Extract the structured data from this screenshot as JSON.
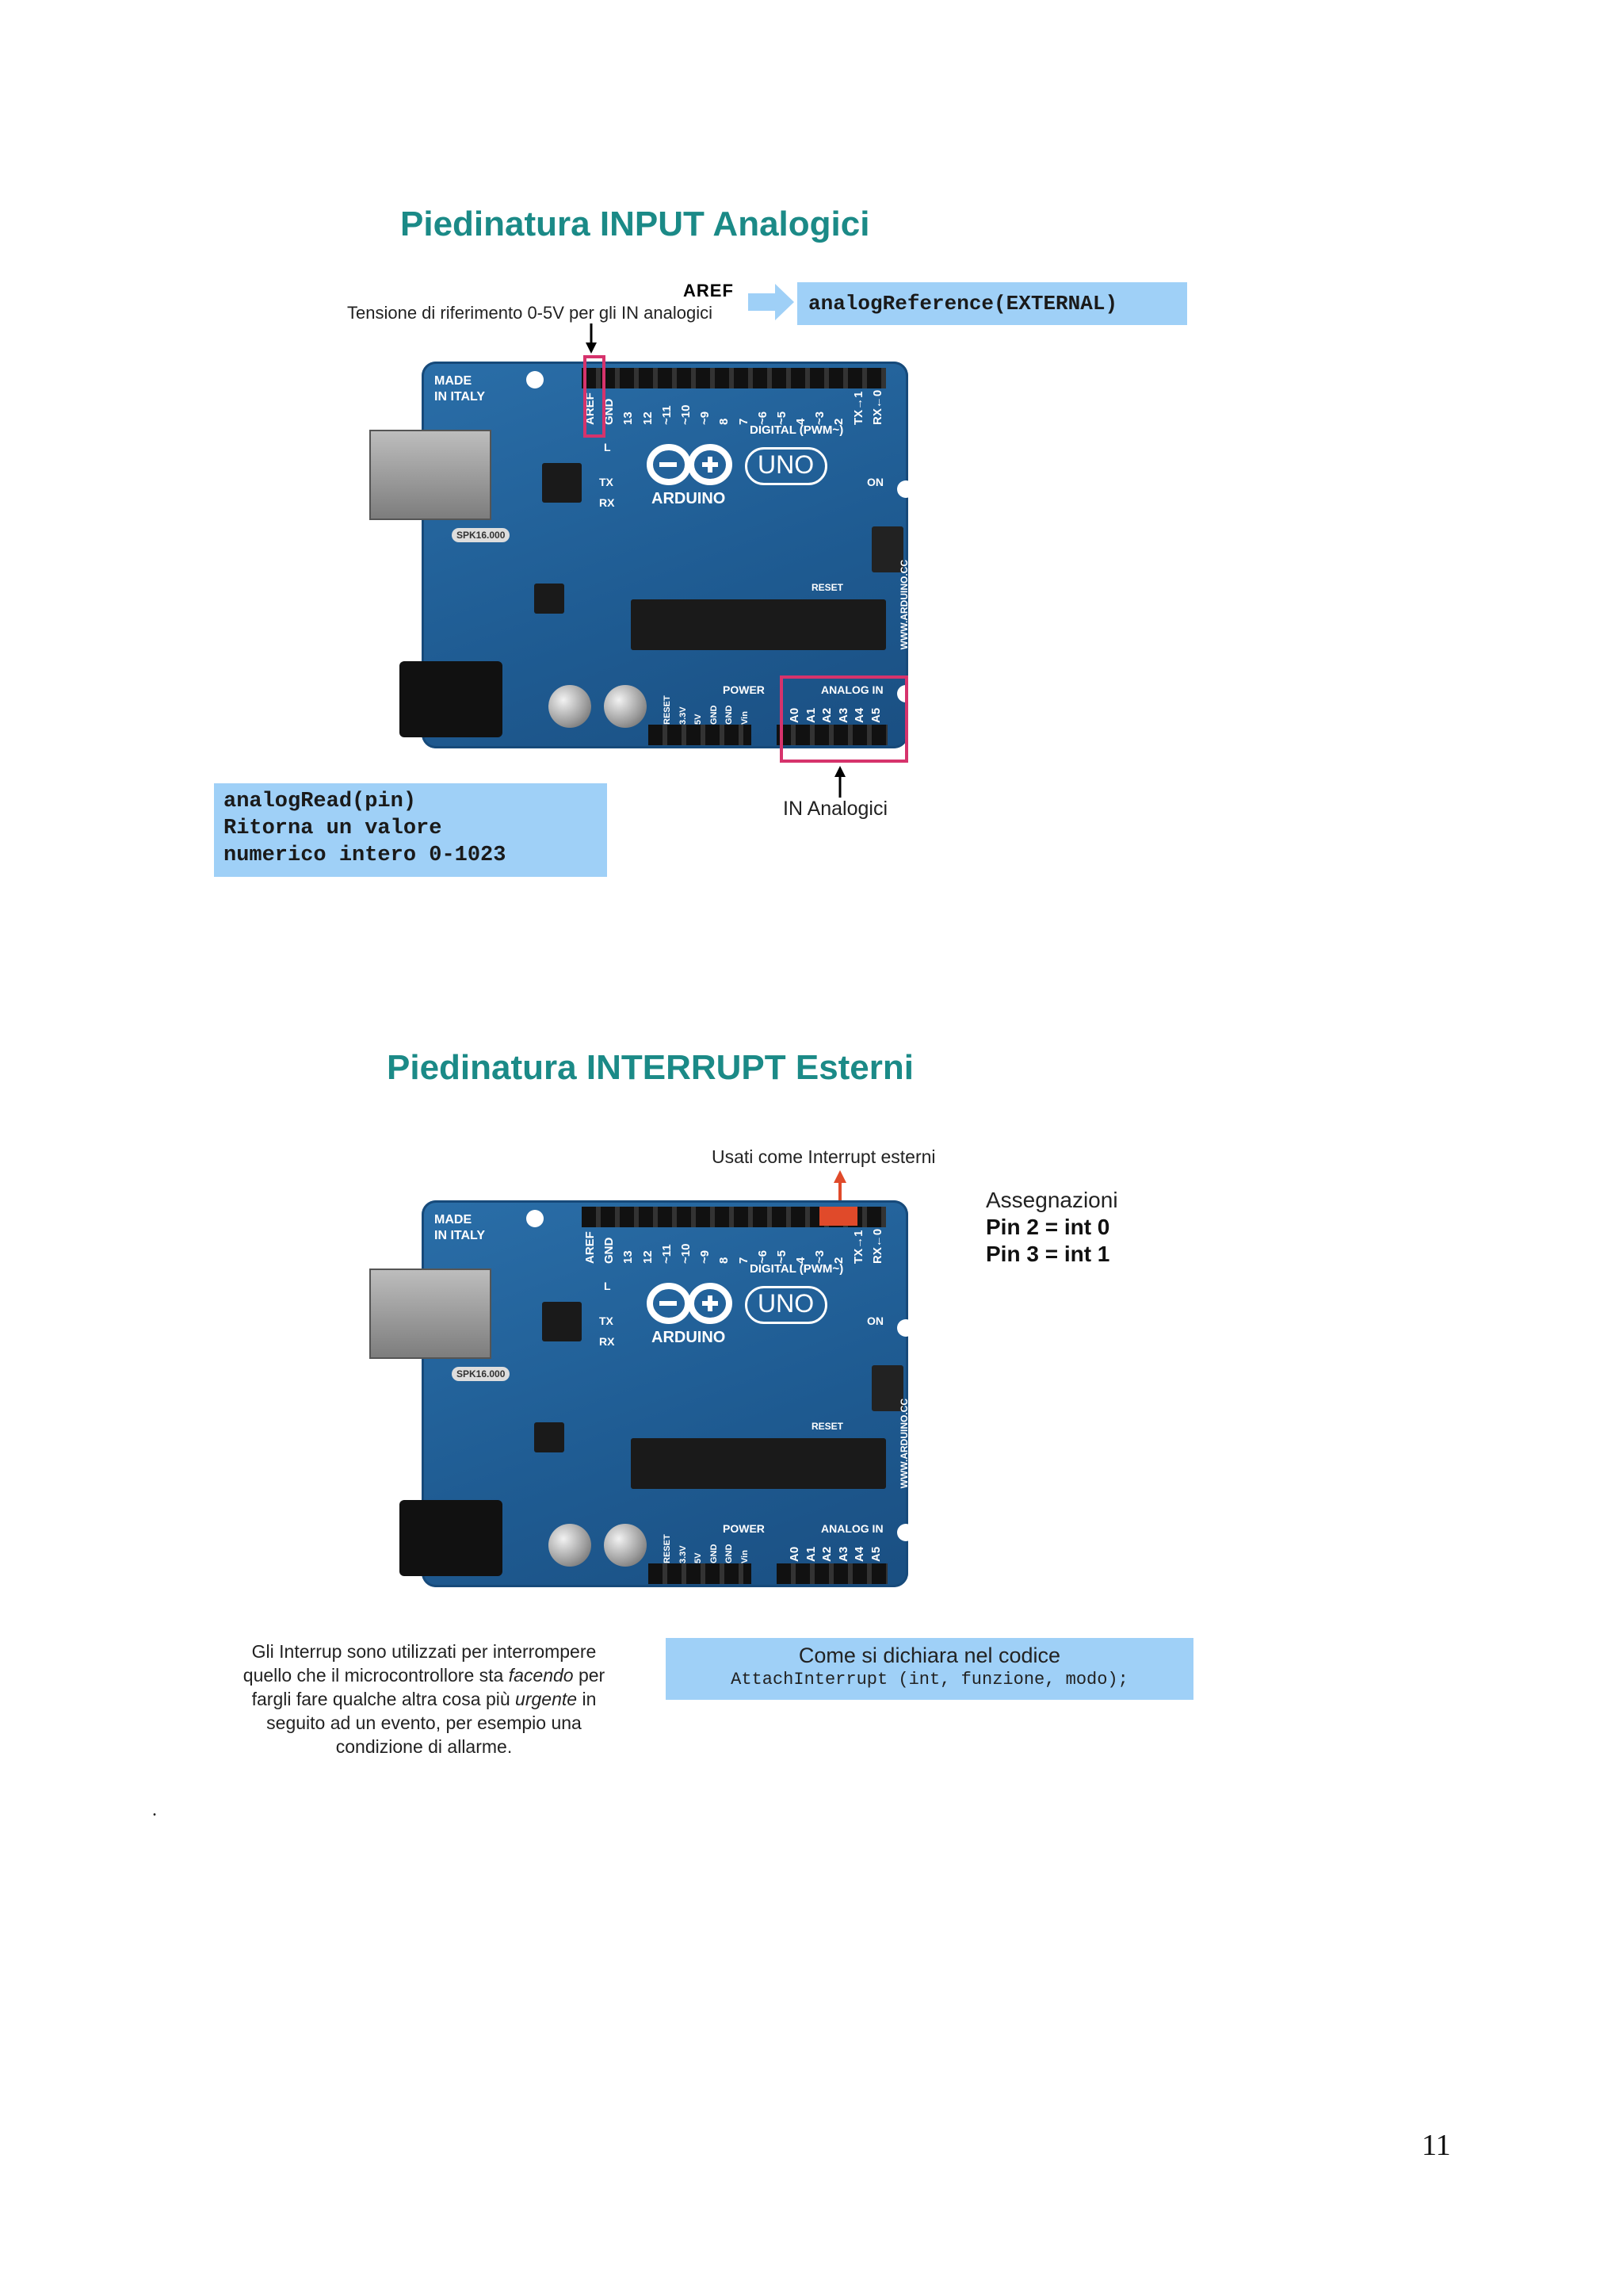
{
  "section1": {
    "title": "Piedinatura INPUT Analogici",
    "aref_label": "AREF",
    "aref_desc": "Tensione di riferimento 0-5V per gli IN analogici",
    "aref_code": "analogReference(EXTERNAL)",
    "analog_read_lines": [
      "analogRead(pin)",
      "Ritorna un valore",
      "numerico intero 0-1023"
    ],
    "in_analogici": "IN Analogici"
  },
  "section2": {
    "title": "Piedinatura INTERRUPT Esterni",
    "usati_come": "Usati come  Interrupt esterni",
    "assegnazioni": "Assegnazioni",
    "pin2": "Pin 2 = int 0",
    "pin3": "Pin 3 = int 1",
    "desc_lines": [
      "Gli Interrup sono utilizzati per interrompere",
      "quello che il microcontrollore sta",
      "facendo",
      "per",
      "fargli fare qualche altra cosa più",
      "urgente",
      "in",
      "seguito ad un evento, per esempio una",
      "condizione di allarme."
    ],
    "code_title": "Come si dichiara nel codice",
    "code_line": "AttachInterrupt (int, funzione, modo);"
  },
  "board": {
    "made_in": [
      "MADE",
      "IN ITALY"
    ],
    "brand": "ARDUINO",
    "model": "UNO",
    "digital_label": "DIGITAL (PWM~)",
    "analog_label": "ANALOG IN",
    "power_label": "POWER",
    "on_label": "ON",
    "reset_label": "RESET",
    "tx_label": "TX",
    "rx_label": "RX",
    "l_label": "L",
    "digital_pins": [
      "AREF",
      "GND",
      "13",
      "12",
      "~11",
      "~10",
      "~9",
      "8",
      "7",
      "~6",
      "~5",
      "4",
      "~3",
      "2",
      "TX→1",
      "RX←0"
    ],
    "analog_pins": [
      "A0",
      "A1",
      "A2",
      "A3",
      "A4",
      "A5"
    ],
    "power_pins": [
      "RESET",
      "3.3V",
      "5V",
      "GND",
      "GND",
      "Vin"
    ],
    "url": "WWW.ARDUINO.CC",
    "crystal": "SPK16.000"
  },
  "footer": {
    "dot": ".",
    "page_number": "11"
  },
  "colors": {
    "heading": "#1b8a87",
    "blue_box": "#9fd0f7",
    "highlight": "#d6336c",
    "interrupt_red": "#e04a2a",
    "board_blue": "#1f5c93"
  }
}
